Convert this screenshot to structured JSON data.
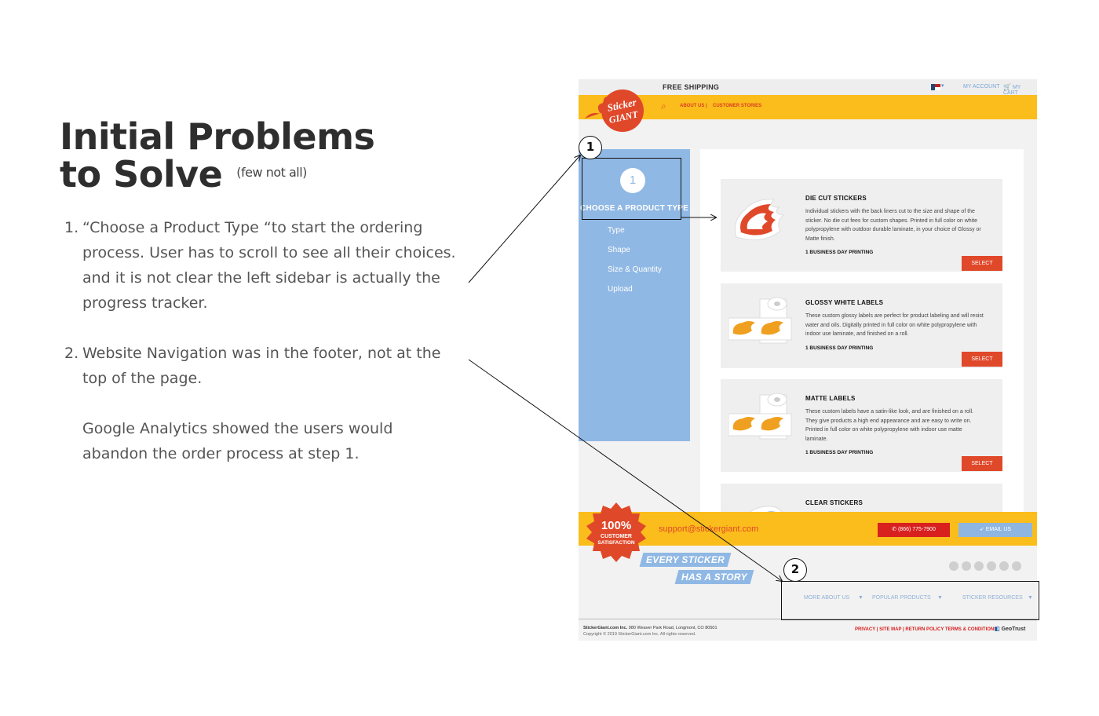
{
  "slide": {
    "title_line1": "Initial Problems",
    "title_line2": "to Solve",
    "title_note": "(few not all)",
    "points": [
      {
        "number": "1.",
        "text": "“Choose a Product Type “to start the ordering process.  User has to scroll to see all their choices. and it is not clear the left sidebar is actually the progress tracker."
      },
      {
        "number": "2.",
        "text": "Website Navigation was in the footer, not at the top of the page.",
        "extra": "Google Analytics showed the users would abandon the order process at step 1."
      }
    ],
    "annotations": [
      "1",
      "2"
    ]
  },
  "site": {
    "topbar": {
      "free_shipping": "FREE SHIPPING",
      "my_account": "MY ACCOUNT",
      "my_cart": "MY CART"
    },
    "nav": {
      "logo_line1": "Sticker",
      "logo_line2": "GIANT",
      "links": [
        "ABOUT US",
        "CUSTOMER STORIES"
      ],
      "separator": "|"
    },
    "sidebar": {
      "step_number": "1",
      "step_title": "CHOOSE A PRODUCT TYPE",
      "steps": [
        "Type",
        "Shape",
        "Size & Quantity",
        "Upload"
      ]
    },
    "products": [
      {
        "title": "DIE CUT STICKERS",
        "description": "Individual stickers with the back liners cut to the size and shape of the sticker. No die cut fees for custom shapes. Printed in full color on white polypropylene with outdoor durable laminate, in your choice of Glossy or Matte finish.",
        "days": "1 BUSINESS DAY PRINTING",
        "button": "SELECT"
      },
      {
        "title": "GLOSSY WHITE LABELS",
        "description": "These custom glossy labels are perfect for product labeling and will resist water and oils. Digitally printed in full color on white polypropylene with indoor use laminate, and finished on a roll.",
        "days": "1 BUSINESS DAY PRINTING",
        "button": "SELECT"
      },
      {
        "title": "MATTE LABELS",
        "description": "These custom labels have a satin-like look, and are finished on a roll. They give products a high end appearance and are easy to write on. Printed in full color on white polypropylene with indoor use matte laminate.",
        "days": "1 BUSINESS DAY PRINTING",
        "button": "SELECT"
      },
      {
        "title": "CLEAR STICKERS"
      }
    ],
    "footer": {
      "badge_line1": "100%",
      "badge_line2": "CUSTOMER",
      "badge_line3": "SATISFACTION",
      "support_email": "support@stickergiant.com",
      "phone": "(866) 775-7900",
      "email_button": "EMAIL US",
      "slogan_line1": "EVERY STICKER",
      "slogan_line2": "HAS A STORY",
      "nav": [
        "MORE ABOUT US",
        "POPULAR PRODUCTS",
        "STICKER RESOURCES"
      ],
      "company": "StickerGiant.com Inc.",
      "address": "980 Weaver Park Road, Longmont, CO 80501",
      "copyright": "Copyright © 2019 StickerGiant.com Inc. All rights reserved.",
      "policies": "PRIVACY | SITE MAP | RETURN POLICY   TERMS & CONDITIONS",
      "geotrust": "GeoTrust"
    }
  },
  "colors": {
    "brand_yellow": "#fbbd1c",
    "brand_red": "#e0482a",
    "sidebar_blue": "#90b8e4"
  }
}
